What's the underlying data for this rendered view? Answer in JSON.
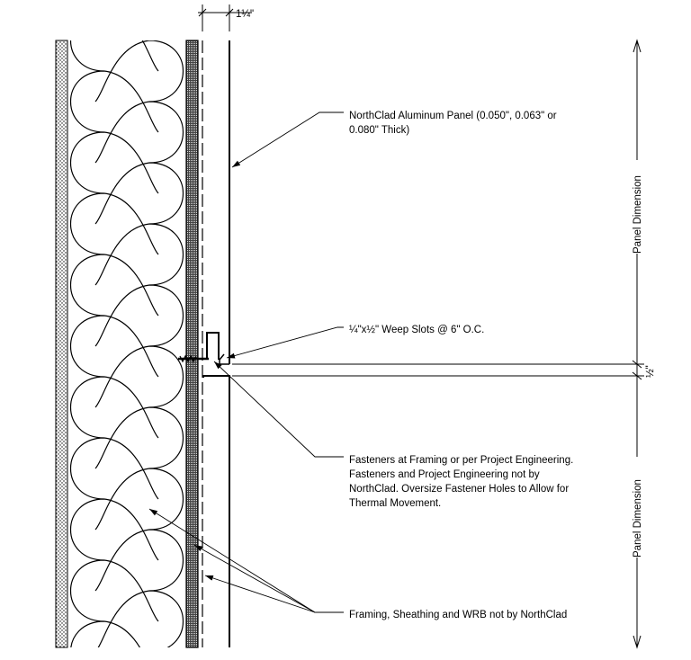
{
  "dimensions": {
    "air_gap": "1¼\"",
    "joint_gap": "½\"",
    "panel_dimension_upper": "Panel Dimension",
    "panel_dimension_lower": "Panel Dimension"
  },
  "callouts": {
    "panel": [
      "NorthClad Aluminum Panel (0.050\", 0.063\" or",
      "0.080\" Thick)"
    ],
    "weep": "¼\"x½\" Weep Slots @ 6\" O.C.",
    "fasteners": [
      "Fasteners at Framing or per Project Engineering.",
      "Fasteners and Project Engineering not by",
      "NorthClad.  Oversize Fastener Holes to Allow for",
      "Thermal Movement."
    ],
    "framing": "Framing, Sheathing and WRB not by NorthClad"
  },
  "colors": {
    "line": "#000000",
    "background": "#ffffff"
  }
}
